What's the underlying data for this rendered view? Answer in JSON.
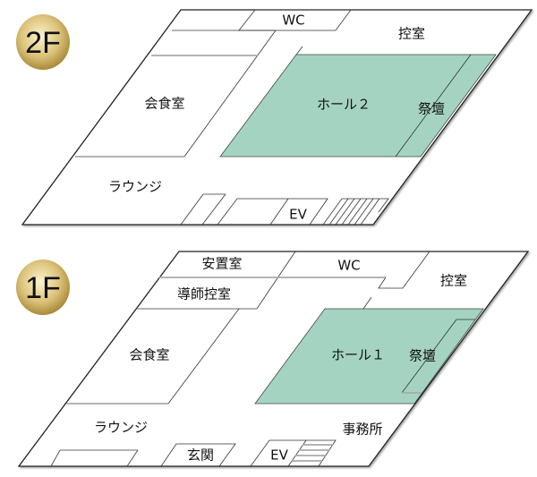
{
  "floors": [
    {
      "badge": "2F",
      "rooms": {
        "wc": "WC",
        "hikae": "控室",
        "kaishoku": "会食室",
        "hall": "ホール２",
        "saidan": "祭壇",
        "lounge": "ラウンジ",
        "ev": "EV"
      }
    },
    {
      "badge": "1F",
      "rooms": {
        "anchi": "安置室",
        "wc": "WC",
        "hikae": "控室",
        "doshi": "導師控室",
        "kaishoku": "会食室",
        "hall": "ホール１",
        "saidan": "祭壇",
        "lounge": "ラウンジ",
        "jimusho": "事務所",
        "genkan": "玄関",
        "ev": "EV"
      }
    }
  ],
  "colors": {
    "hall": "#a4d4c1",
    "badge_gold": "#d8c070"
  }
}
